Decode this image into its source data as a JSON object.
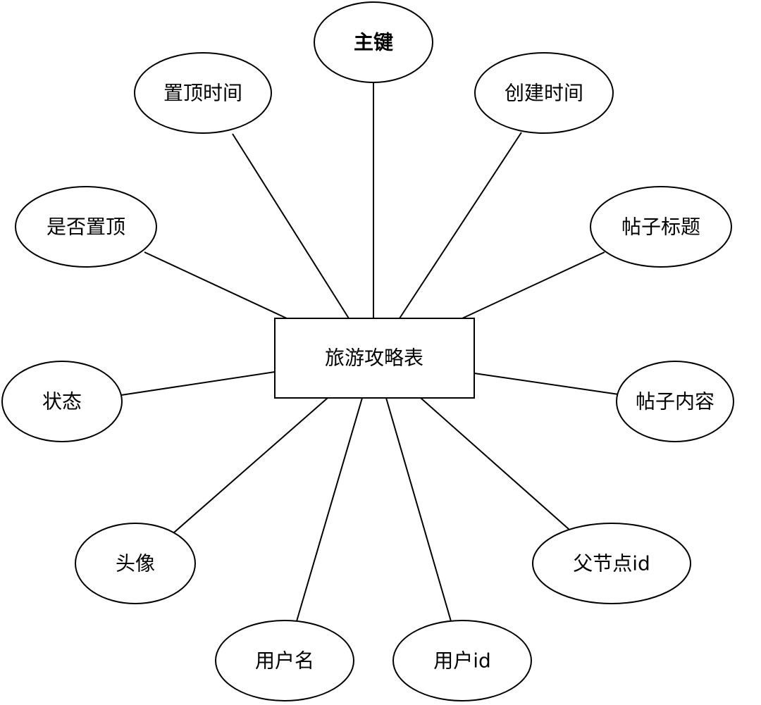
{
  "entity": {
    "label": "旅游攻略表"
  },
  "attributes": {
    "primary_key": "主键",
    "pin_time": "置顶时间",
    "create_time": "创建时间",
    "is_pinned": "是否置顶",
    "post_title": "帖子标题",
    "status": "状态",
    "post_content": "帖子内容",
    "avatar": "头像",
    "parent_id": "父节点id",
    "username": "用户名",
    "user_id": "用户id"
  }
}
